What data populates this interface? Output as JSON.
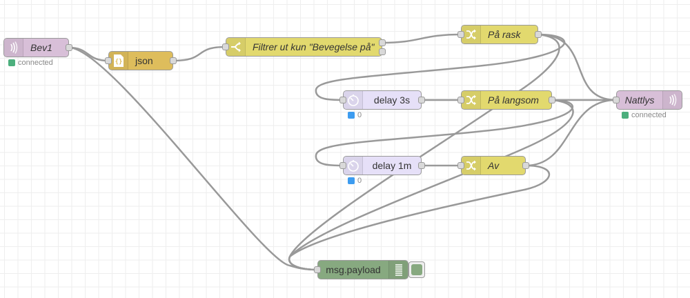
{
  "colors": {
    "mqtt": "#d8bfd8",
    "json": "#debd5c",
    "function": "#e2d96e",
    "delay": "#e6e0f8",
    "debug": "#87a980",
    "status_connected": "#4caf7d",
    "status_count": "#3d9cf0",
    "wire": "#999999"
  },
  "nodes": {
    "bev1": {
      "label": "Bev1",
      "type": "mqtt in",
      "icon": "bridge-icon",
      "status": "connected"
    },
    "json": {
      "label": "json",
      "type": "json",
      "icon": "json-icon"
    },
    "filter": {
      "label": "Filtrer ut kun \"Bevegelse på\"",
      "type": "switch",
      "icon": "switch-icon"
    },
    "pa_rask": {
      "label": "På rask",
      "type": "change",
      "icon": "shuffle-icon"
    },
    "delay_3s": {
      "label": "delay 3s",
      "type": "delay",
      "icon": "timer-icon",
      "status": "0"
    },
    "pa_langsom": {
      "label": "På langsom",
      "type": "change",
      "icon": "shuffle-icon"
    },
    "nattlys": {
      "label": "Nattlys",
      "type": "mqtt out",
      "icon": "bridge-icon",
      "status": "connected"
    },
    "delay_1m": {
      "label": "delay 1m",
      "type": "delay",
      "icon": "timer-icon",
      "status": "0"
    },
    "av": {
      "label": "Av",
      "type": "change",
      "icon": "shuffle-icon"
    },
    "debug": {
      "label": "msg.payload",
      "type": "debug",
      "icon": "list-icon"
    }
  },
  "wires": [
    {
      "from": "bev1",
      "to": "json"
    },
    {
      "from": "bev1",
      "to": "debug"
    },
    {
      "from": "json",
      "to": "filter"
    },
    {
      "from": "filter",
      "to": "pa_rask"
    },
    {
      "from": "pa_rask",
      "to": "nattlys"
    },
    {
      "from": "pa_rask",
      "to": "delay_3s"
    },
    {
      "from": "pa_rask",
      "to": "debug"
    },
    {
      "from": "delay_3s",
      "to": "pa_langsom"
    },
    {
      "from": "pa_langsom",
      "to": "nattlys"
    },
    {
      "from": "pa_langsom",
      "to": "delay_1m"
    },
    {
      "from": "pa_langsom",
      "to": "debug"
    },
    {
      "from": "delay_1m",
      "to": "av"
    },
    {
      "from": "av",
      "to": "nattlys"
    },
    {
      "from": "av",
      "to": "debug"
    }
  ]
}
